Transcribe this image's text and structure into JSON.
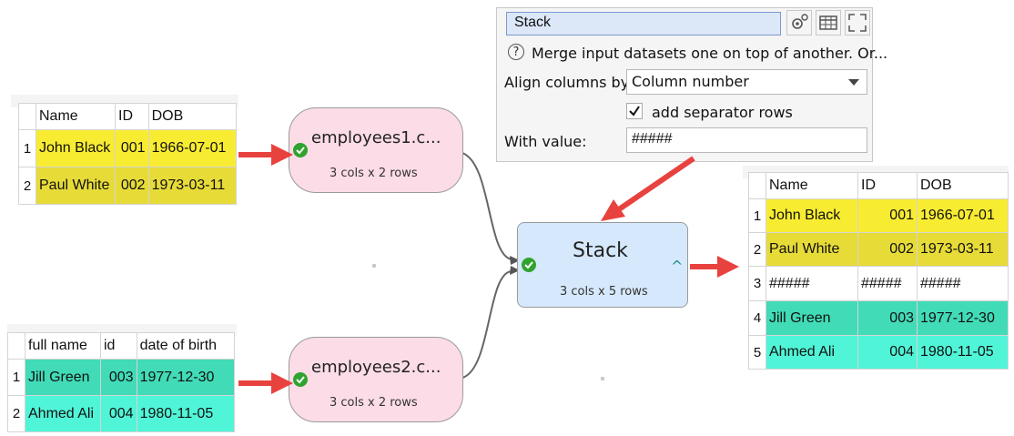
{
  "panel": {
    "name": "Stack",
    "description": "Merge input datasets one on top of another. Or...",
    "align_label": "Align columns by:",
    "align_value": "Column number",
    "separator_label": "add separator rows",
    "separator_checked": true,
    "with_value_label": "With value:",
    "with_value": "#####",
    "icons": [
      "gear-icon",
      "table-icon",
      "maximize-icon"
    ]
  },
  "nodes": {
    "employees1": {
      "title": "employees1.c...",
      "subtitle": "3 cols x 2 rows",
      "status": "ok"
    },
    "employees2": {
      "title": "employees2.c...",
      "subtitle": "3 cols x 2 rows",
      "status": "ok"
    },
    "stack": {
      "title": "Stack",
      "subtitle": "3 cols x 5 rows",
      "status": "ok",
      "caret": "^"
    }
  },
  "tables": {
    "input1": {
      "headers": [
        "Name",
        "ID",
        "DOB"
      ],
      "rows": [
        {
          "n": "1",
          "cells": [
            "John Black",
            "001",
            "1966-07-01"
          ]
        },
        {
          "n": "2",
          "cells": [
            "Paul White",
            "002",
            "1973-03-11"
          ]
        }
      ]
    },
    "input2": {
      "headers": [
        "full name",
        "id",
        "date of birth"
      ],
      "rows": [
        {
          "n": "1",
          "cells": [
            "Jill Green",
            "003",
            "1977-12-30"
          ]
        },
        {
          "n": "2",
          "cells": [
            "Ahmed Ali",
            "004",
            "1980-11-05"
          ]
        }
      ]
    },
    "output": {
      "headers": [
        "Name",
        "ID",
        "DOB"
      ],
      "rows": [
        {
          "n": "1",
          "cells": [
            "John Black",
            "001",
            "1966-07-01"
          ]
        },
        {
          "n": "2",
          "cells": [
            "Paul White",
            "002",
            "1973-03-11"
          ]
        },
        {
          "n": "3",
          "cells": [
            "#####",
            "#####",
            "#####"
          ]
        },
        {
          "n": "4",
          "cells": [
            "Jill Green",
            "003",
            "1977-12-30"
          ]
        },
        {
          "n": "5",
          "cells": [
            "Ahmed Ali",
            "004",
            "1980-11-05"
          ]
        }
      ]
    }
  },
  "colors": {
    "yellow": "#f8ec32",
    "yellow_alt": "#e7db38",
    "teal": "#41dbb7",
    "teal_alt": "#50f5d8",
    "arrow": "#e8423f",
    "node_input": "#fcdce6",
    "node_stack": "#d6e8fb",
    "ok": "#2fa32f"
  }
}
